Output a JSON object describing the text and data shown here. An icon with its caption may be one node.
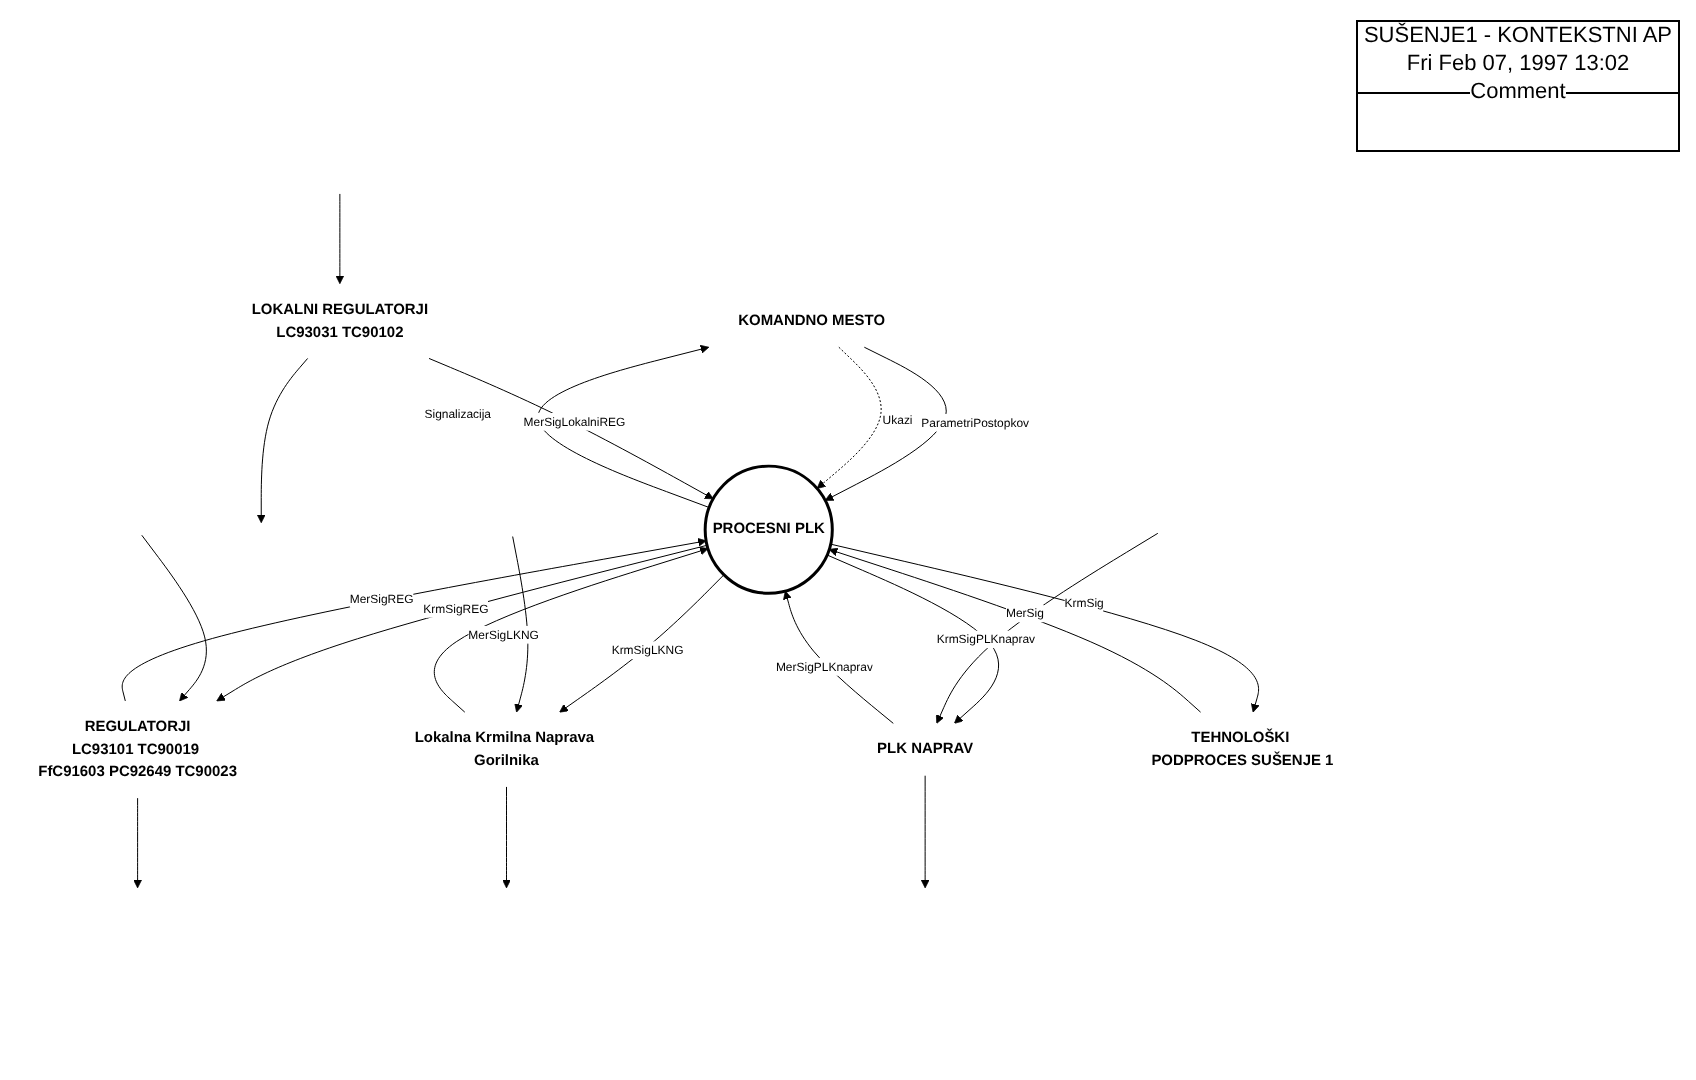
{
  "diagram": {
    "nodes": [
      {
        "text": [
          "KOMANDNO MESTO"
        ]
      },
      {
        "text": [
          "PROCESNI PLK"
        ]
      },
      {
        "text": [
          "LOKALNI REGULATORJI",
          "LC93031 TC90102"
        ]
      },
      {
        "text": [
          "REGULATORJI",
          "LC93101 TC90019 FfC91603 PC92649 TC90023"
        ]
      },
      {
        "text": [
          "Lokalna Krmilna Naprava Gorilnika"
        ]
      },
      {
        "text": [
          "PLK NAPRAV"
        ]
      },
      {
        "text": [
          "TEHNOLOŠKI PODPROCES SUŠENJE 1"
        ]
      }
    ],
    "edges": [
      {
        "from": 0,
        "to": 1,
        "arrow": "to",
        "label": "ParametriPostopkov"
      },
      {
        "from": 1,
        "to": 0,
        "arrow": "to",
        "label": "Signalizacija"
      },
      {
        "from": 0,
        "to": 1,
        "arrow": "to",
        "label": "Ukazi",
        "style": "dashed"
      },
      {
        "from": 2,
        "to": 1,
        "arrow": "to",
        "label": "MerSigLokalniREG"
      },
      {
        "from": 3,
        "to": 1,
        "arrow": "to",
        "label": "MerSigREG"
      },
      {
        "from": 1,
        "to": 3,
        "arrow": "to",
        "label": "KrmSigREG"
      },
      {
        "from": 6,
        "to": 1,
        "arrow": "to",
        "label": "MerSig"
      },
      {
        "from": 1,
        "to": 6,
        "arrow": "to",
        "label": "KrmSig"
      },
      {
        "from": 1,
        "to": 4,
        "arrow": "to",
        "label": "KrmSigLKNG"
      },
      {
        "from": 4,
        "to": 1,
        "arrow": "to",
        "label": "MerSigLKNG"
      },
      {
        "from": 5,
        "to": 1,
        "arrow": "to",
        "label": "MerSigPLKnaprav"
      },
      {
        "from": 1,
        "to": 5,
        "arrow": "to",
        "label": "KrmSigPLKnaprav"
      },
      {
        "from": null,
        "to": 2,
        "arrow": "to"
      },
      {
        "from": 2,
        "to": null,
        "arrow": "to"
      },
      {
        "from": null,
        "to": 3,
        "arrow": "to"
      },
      {
        "from": 3,
        "to": null,
        "arrow": "to"
      },
      {
        "from": null,
        "to": 4,
        "arrow": "to"
      },
      {
        "from": 4,
        "to": null,
        "arrow": "to"
      },
      {
        "from": null,
        "to": 5,
        "arrow": "to"
      },
      {
        "from": 5,
        "to": null,
        "arrow": "to"
      }
    ],
    "labels": [
      "SUŠENJE1 - KONTEKSTNI AP",
      "Fri Feb 07, 1997  13:02",
      "Comment"
    ]
  }
}
